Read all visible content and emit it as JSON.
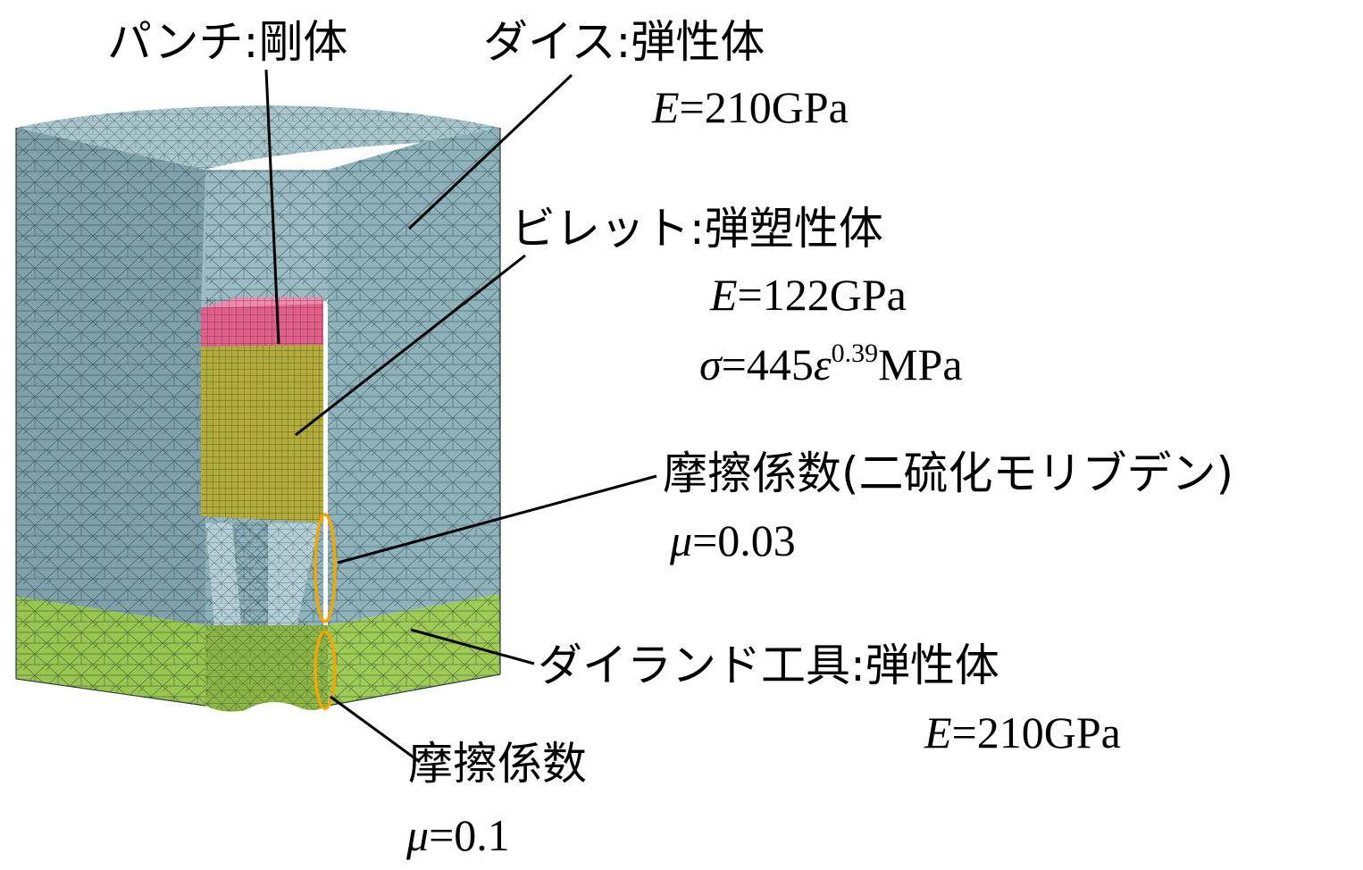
{
  "colors": {
    "die": "#8fb3bb",
    "die_dark": "#6f949c",
    "die_top": "#a9c7cd",
    "punch": "#e0608c",
    "billet": "#b3ac3c",
    "die_land": "#98c64e",
    "friction_marker": "#f0a800",
    "mesh_line": "#1e2e32",
    "text": "#000000"
  },
  "labels": {
    "punch": "パンチ:剛体",
    "die": "ダイス:弾性体",
    "die_modulus": {
      "symbol": "E",
      "value": "=210GPa"
    },
    "billet": "ビレット:弾塑性体",
    "billet_modulus": {
      "symbol": "E",
      "value": "=122GPa"
    },
    "billet_flow": {
      "symbol": "σ",
      "value1": "=445",
      "strain": "ε",
      "exponent": "0.39",
      "unit": "MPa"
    },
    "friction_moly": "摩擦係数(二硫化モリブデン)",
    "friction_moly_value": {
      "symbol": "μ",
      "value": "=0.03"
    },
    "die_land": "ダイランド工具:弾性体",
    "die_land_modulus": {
      "symbol": "E",
      "value": "=210GPa"
    },
    "friction": "摩擦係数",
    "friction_value": {
      "symbol": "μ",
      "value": "=0.1"
    }
  }
}
